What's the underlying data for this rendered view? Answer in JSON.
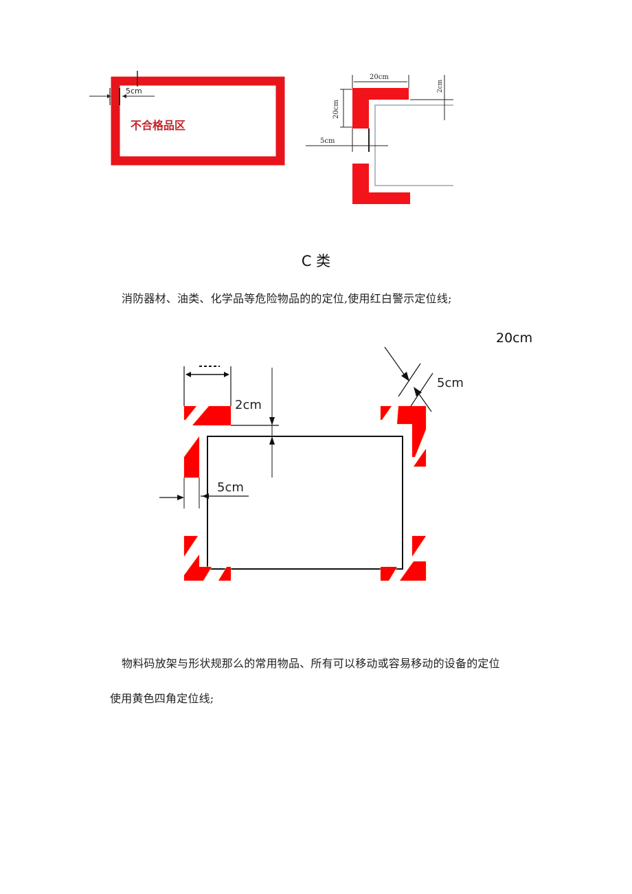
{
  "figure1": {
    "zone_label": "不合格品区",
    "dim_label": "5cm",
    "colors": {
      "line": "#e8141b",
      "text": "#c0262b"
    }
  },
  "figure2": {
    "dim_top": "20cm",
    "dim_left": "20cm",
    "dim_right": "2cm",
    "dim_bottom": "5cm",
    "colors": {
      "line": "#f3131a",
      "rect": "#9aa6b0"
    }
  },
  "section": {
    "heading": "C 类",
    "paragraph1": "消防器材、油类、化学品等危险物品的的定位,使用红白警示定位线;"
  },
  "figure3": {
    "label_20cm": "20cm",
    "label_2cm": "2cm",
    "label_5cm_left": "5cm",
    "label_5cm_diag": "5cm",
    "colors": {
      "stripe": "#ff0000",
      "glow": "#ffd79a",
      "rect": "#111111"
    }
  },
  "footer_text": {
    "paragraph2": "物料码放架与形状规那么的常用物品、所有可以移动或容易移动的设备的定位",
    "paragraph3": "使用黄色四角定位线;"
  }
}
